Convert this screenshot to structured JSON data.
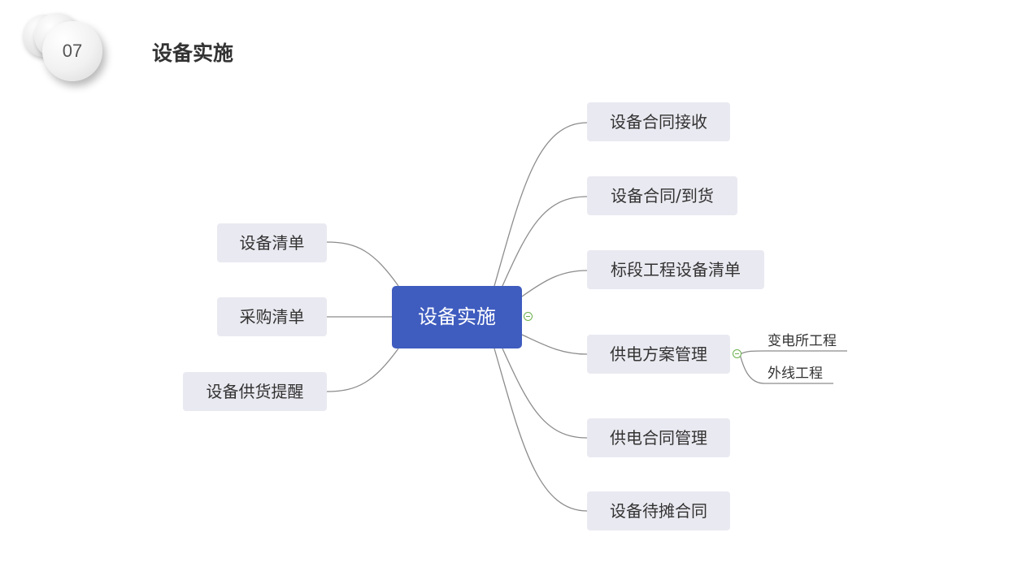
{
  "header": {
    "section_number": "07",
    "title": "设备实施"
  },
  "mindmap": {
    "root": "设备实施",
    "left": [
      "设备清单",
      "采购清单",
      "设备供货提醒"
    ],
    "right": [
      "设备合同接收",
      "设备合同/到货",
      "标段工程设备清单",
      "供电方案管理",
      "供电合同管理",
      "设备待摊合同"
    ],
    "sub_children": {
      "parent": "供电方案管理",
      "items": [
        "变电所工程",
        "外线工程"
      ]
    }
  },
  "colors": {
    "root_fill": "#3f5cbf",
    "node_fill": "#e9e9f1",
    "connector": "#8c8c8c",
    "toggle": "#6ab04c"
  }
}
